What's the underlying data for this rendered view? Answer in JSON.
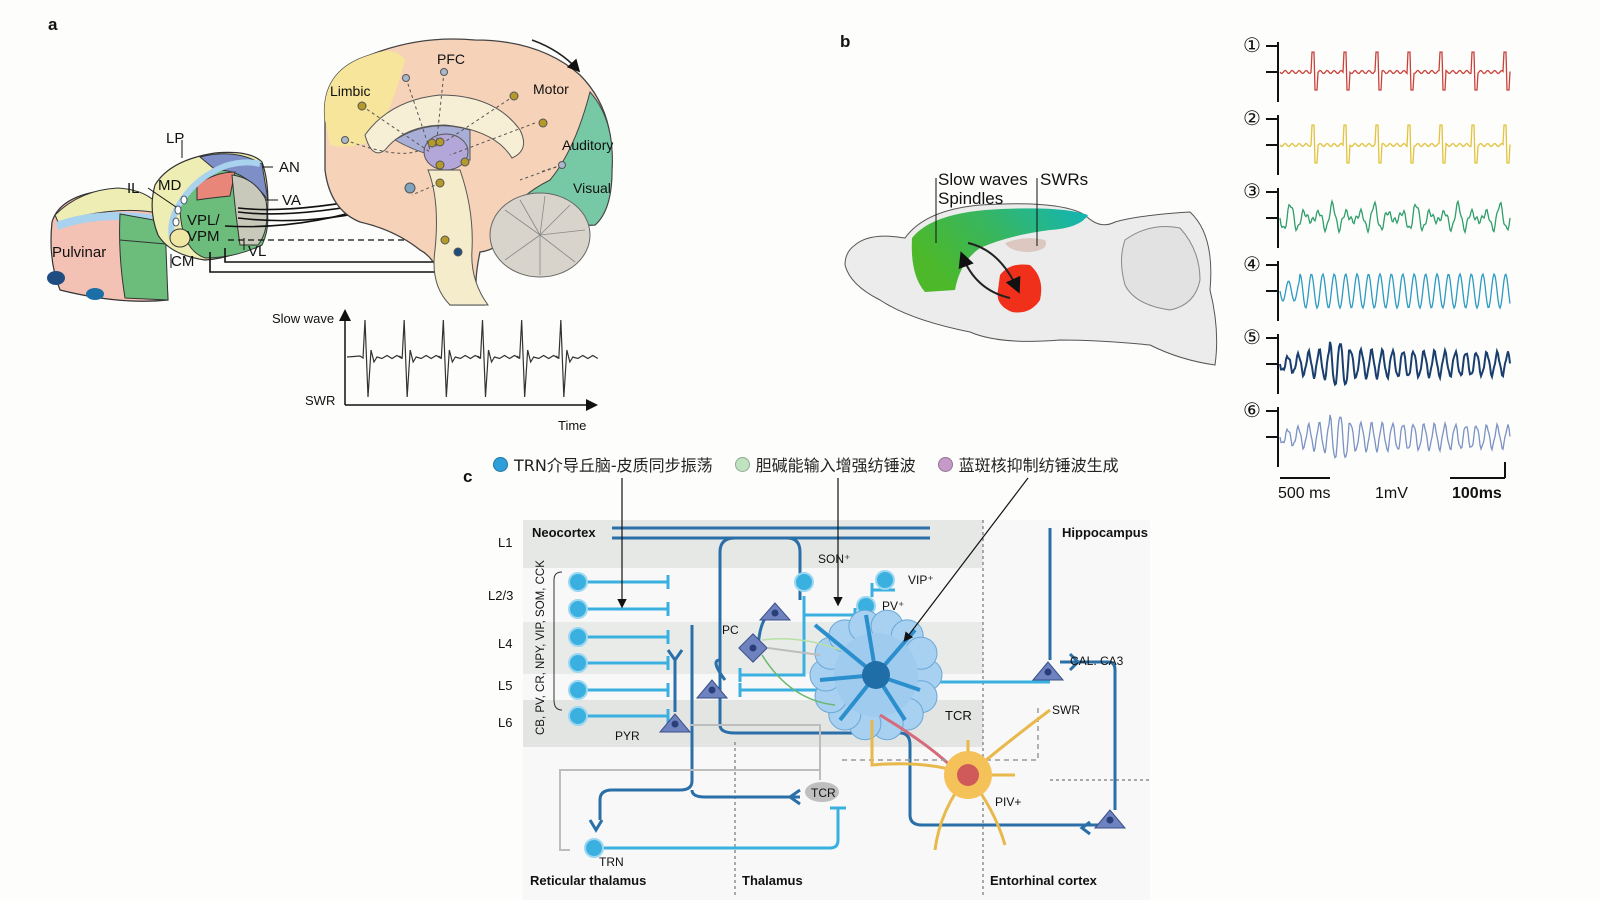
{
  "panels": {
    "a": "a",
    "b": "b",
    "c": "c"
  },
  "panel_a": {
    "thalamus_labels": [
      "LP",
      "AN",
      "IL",
      "MD",
      "VA",
      "VPL/",
      "VPM",
      "VL",
      "CM",
      "Pulvinar"
    ],
    "cortex_labels": [
      "Limbic",
      "PFC",
      "Motor",
      "Auditory",
      "Visual"
    ],
    "trace": {
      "ylabel_top": "Slow wave",
      "ylabel_bottom": "SWR",
      "xlabel": "Time",
      "peaks": 6
    }
  },
  "panel_b": {
    "label_left_1": "Slow waves",
    "label_left_2": "Spindles",
    "label_right": "SWRs",
    "colors": {
      "cortex_green": "#4cb82a",
      "cortex_teal": "#11b5b8",
      "thalamus_red": "#f0301a",
      "hippocampus": "#dcc8c0"
    },
    "traces": [
      {
        "id": "①",
        "color": "#c8423a"
      },
      {
        "id": "②",
        "color": "#e2c23e"
      },
      {
        "id": "③",
        "color": "#2e9e6a"
      },
      {
        "id": "④",
        "color": "#2c9ac2"
      },
      {
        "id": "⑤",
        "color": "#1a3f6e"
      },
      {
        "id": "⑥",
        "color": "#7a92c4"
      }
    ],
    "scale": {
      "time_left": "500 ms",
      "amplitude": "1mV",
      "time_right": "100ms"
    }
  },
  "panel_c": {
    "legend": [
      {
        "label": "TRN介导丘脑-皮质同步振荡",
        "color": "#2e9fd8"
      },
      {
        "label": "胆碱能输入增强纺锤波",
        "color": "#bfe3c0"
      },
      {
        "label": "蓝斑核抑制纺锤波生成",
        "color": "#c59ac9"
      }
    ],
    "layers": [
      "L1",
      "L2/3",
      "L4",
      "L5",
      "L6"
    ],
    "regions": {
      "neocortex": "Neocortex",
      "hippocampus": "Hippocampus",
      "reticular": "Reticular thalamus",
      "thalamus": "Thalamus",
      "entorhinal": "Entorhinal cortex"
    },
    "interneuron_bracket": "CB, PV, CR, NPY, VIP, SOM, CCK",
    "cells": {
      "son": "SON⁺",
      "vip": "VIP⁺",
      "pv": "PV⁺",
      "pc": "PC",
      "pyr": "PYR",
      "tcr_big": "TCR",
      "piv": "PIV+",
      "ca": "CAL. CA3",
      "swr": "SWR",
      "tcr_small": "TCR",
      "trn": "TRN"
    }
  }
}
